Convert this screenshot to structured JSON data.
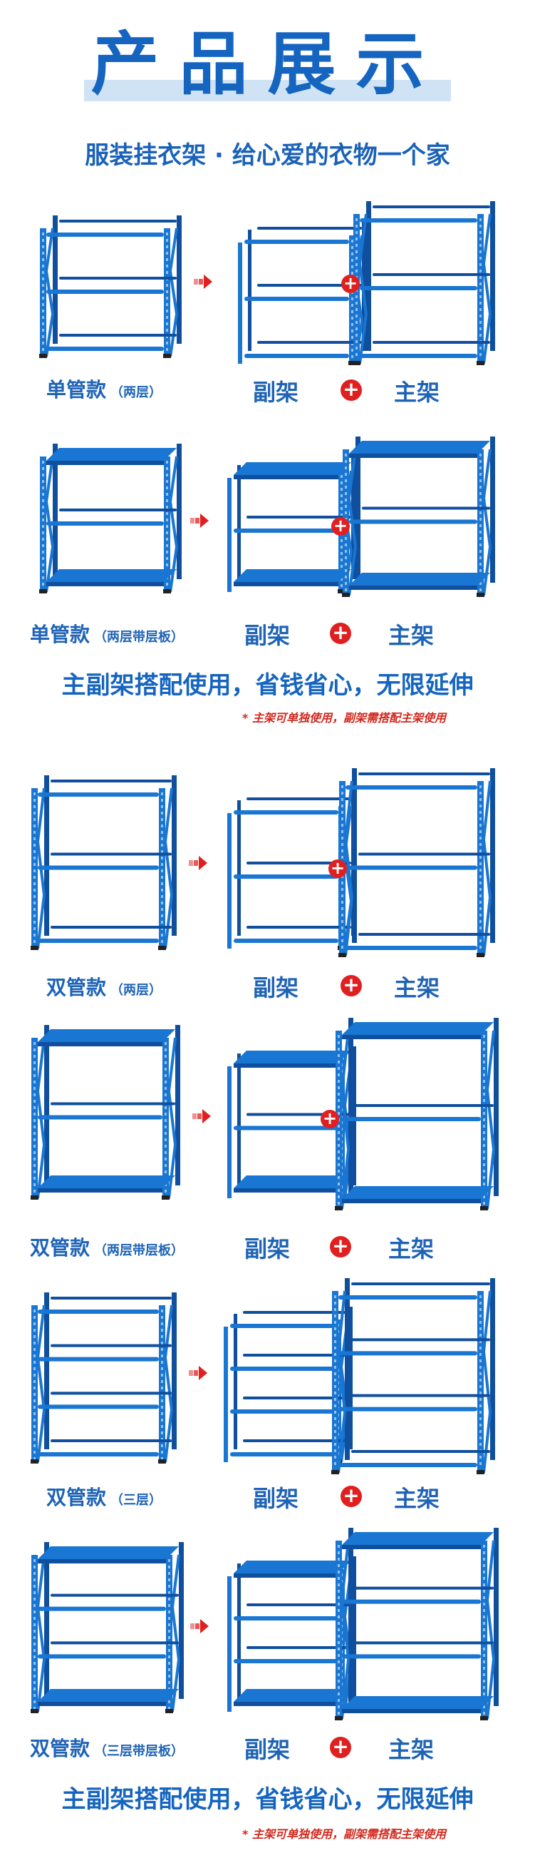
{
  "header": {
    "title": "产品展示",
    "subtitle": "服装挂衣架 · 给心爱的衣物一个家"
  },
  "common": {
    "sub_label": "副架",
    "main_label": "主架",
    "plus_symbol": "+"
  },
  "sections": [
    {
      "name": "单管款",
      "note": "（两层）"
    },
    {
      "name": "单管款",
      "note": "（两层带层板）"
    },
    {
      "name": "双管款",
      "note": "（两层）"
    },
    {
      "name": "双管款",
      "note": "（两层带层板）"
    },
    {
      "name": "双管款",
      "note": "（三层）"
    },
    {
      "name": "双管款",
      "note": "（三层带层板）"
    }
  ],
  "slogan": "主副架搭配使用，省钱省心，无限延伸",
  "note": "*  主架可单独使用，副架需搭配主架使用",
  "colors": {
    "rack_blue": "#1976d2",
    "rack_dark": "#0f4f9e",
    "plus_red": "#e02020",
    "title_blue": "#1565c0"
  }
}
